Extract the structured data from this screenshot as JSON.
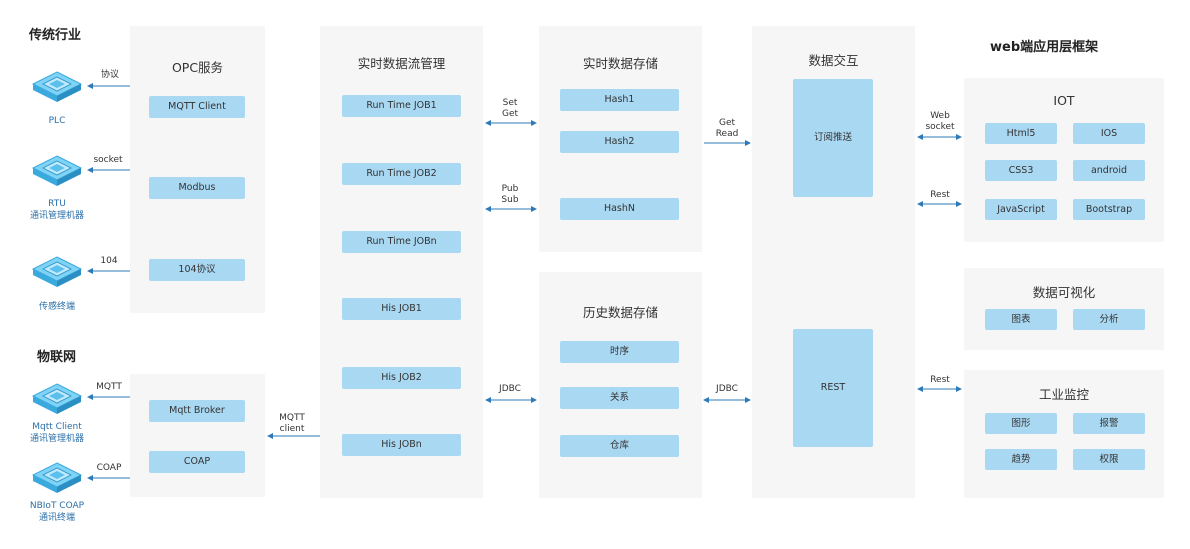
{
  "sections": {
    "traditional": "传统行业",
    "iot_net": "物联网",
    "web_framework": "web端应用层框架"
  },
  "devices": [
    {
      "label": "PLC",
      "link": "协议"
    },
    {
      "label": "RTU\n通讯管理机器",
      "link": "socket"
    },
    {
      "label": "传感终端",
      "link": "104"
    },
    {
      "label": "Mqtt Client\n通讯管理机器",
      "link": "MQTT"
    },
    {
      "label": "NBIoT COAP\n通讯终端",
      "link": "COAP"
    }
  ],
  "opc": {
    "title": "OPC服务",
    "items": [
      "MQTT Client",
      "Modbus",
      "104协议"
    ]
  },
  "broker": {
    "items": [
      "Mqtt  Broker",
      "COAP"
    ]
  },
  "stream": {
    "title": "实时数据流管理",
    "items": [
      "Run Time JOB1",
      "Run Time JOB2",
      "Run Time JOBn",
      "His JOB1",
      "His JOB2",
      "His JOBn"
    ]
  },
  "realtime": {
    "title": "实时数据存储",
    "items": [
      "Hash1",
      "Hash2",
      "HashN"
    ]
  },
  "history": {
    "title": "历史数据存储",
    "items": [
      "时序",
      "关系",
      "仓库"
    ]
  },
  "exchange": {
    "title": "数据交互",
    "subscribe": "订阅推送",
    "rest": "REST"
  },
  "iot": {
    "title": "IOT",
    "items": [
      "Html5",
      "IOS",
      "CSS3",
      "android",
      "JavaScript",
      "Bootstrap"
    ]
  },
  "viz": {
    "title": "数据可视化",
    "items": [
      "图表",
      "分析"
    ]
  },
  "monitor": {
    "title": "工业监控",
    "items": [
      "图形",
      "报警",
      "趋势",
      "权限"
    ]
  },
  "links": {
    "mqtt_client": "MQTT\nclient",
    "set_get": "Set\nGet",
    "pub_sub": "Pub\nSub",
    "jdbc_left": "JDBC",
    "jdbc_right": "JDBC",
    "get_read": "Get\nRead",
    "websocket": "Web\nsocket",
    "rest1": "Rest",
    "rest2": "Rest"
  },
  "colors": {
    "panel": "#f6f6f6",
    "box": "#a9d8f3",
    "arrow": "#2e7ab8",
    "device": "#5cc0ec"
  }
}
